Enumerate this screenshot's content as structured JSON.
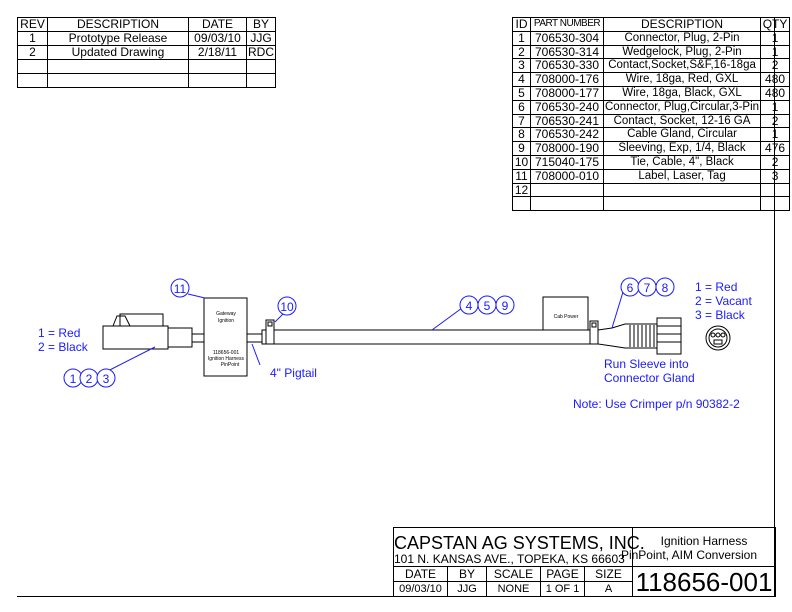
{
  "revisions": {
    "headers": [
      "REV",
      "DESCRIPTION",
      "DATE",
      "BY"
    ],
    "rows": [
      [
        "1",
        "Prototype Release",
        "09/03/10",
        "JJG"
      ],
      [
        "2",
        "Updated Drawing",
        "2/18/11",
        "RDC"
      ],
      [
        "",
        "",
        "",
        ""
      ],
      [
        "",
        "",
        "",
        ""
      ]
    ]
  },
  "parts": {
    "headers": [
      "ID",
      "PART NUMBER",
      "DESCRIPTION",
      "QTY"
    ],
    "rows": [
      [
        "1",
        "706530-304",
        "Connector, Plug, 2-Pin",
        "1"
      ],
      [
        "2",
        "706530-314",
        "Wedgelock, Plug, 2-Pin",
        "1"
      ],
      [
        "3",
        "706530-330",
        "Contact,Socket,S&F,16-18ga",
        "2"
      ],
      [
        "4",
        "708000-176",
        "Wire, 18ga, Red, GXL",
        "480"
      ],
      [
        "5",
        "708000-177",
        "Wire, 18ga, Black, GXL",
        "480"
      ],
      [
        "6",
        "706530-240",
        "Connector, Plug,Circular,3-Pin",
        "1"
      ],
      [
        "7",
        "706530-241",
        "Contact, Socket, 12-16 GA",
        "2"
      ],
      [
        "8",
        "706530-242",
        "Cable Gland, Circular",
        "1"
      ],
      [
        "9",
        "708000-190",
        "Sleeving, Exp, 1/4, Black",
        "476"
      ],
      [
        "10",
        "715040-175",
        "Tie, Cable, 4\", Black",
        "2"
      ],
      [
        "11",
        "708000-010",
        "Label, Laser, Tag",
        "3"
      ],
      [
        "12",
        "",
        "",
        ""
      ],
      [
        "",
        "",
        "",
        ""
      ]
    ]
  },
  "diagram": {
    "balloons_left": [
      "1",
      "2",
      "3"
    ],
    "balloon_label": "11",
    "balloon_tie": "10",
    "balloons_wire": [
      "4",
      "5",
      "9"
    ],
    "balloons_conn": [
      "6",
      "7",
      "8"
    ],
    "left_pins": [
      "1 = Red",
      "2 = Black"
    ],
    "right_pins": [
      "1 = Red",
      "2 = Vacant",
      "3 = Black"
    ],
    "pigtail": "4\" Pigtail",
    "label_tag_top": [
      "Gateway",
      "Ignition"
    ],
    "label_tag_bottom": [
      "118656-001",
      "Ignition Harness",
      "PinPoint"
    ],
    "cab_label": "Cab Power",
    "sleeve_note": [
      "Run Sleeve into",
      "Connector Gland"
    ],
    "crimper_note": "Note:  Use Crimper p/n 90382-2"
  },
  "title_block": {
    "company": "CAPSTAN AG SYSTEMS, INC.",
    "address": "101 N. KANSAS AVE., TOPEKA, KS 66603",
    "title": [
      "Ignition Harness",
      "PinPoint, AIM Conversion"
    ],
    "headers": [
      "DATE",
      "BY",
      "SCALE",
      "PAGE",
      "SIZE"
    ],
    "values": [
      "09/03/10",
      "JJG",
      "NONE",
      "1 OF 1",
      "A"
    ],
    "drawing_number": "118656-001"
  },
  "colors": {
    "annotation": "#1a1aff"
  }
}
